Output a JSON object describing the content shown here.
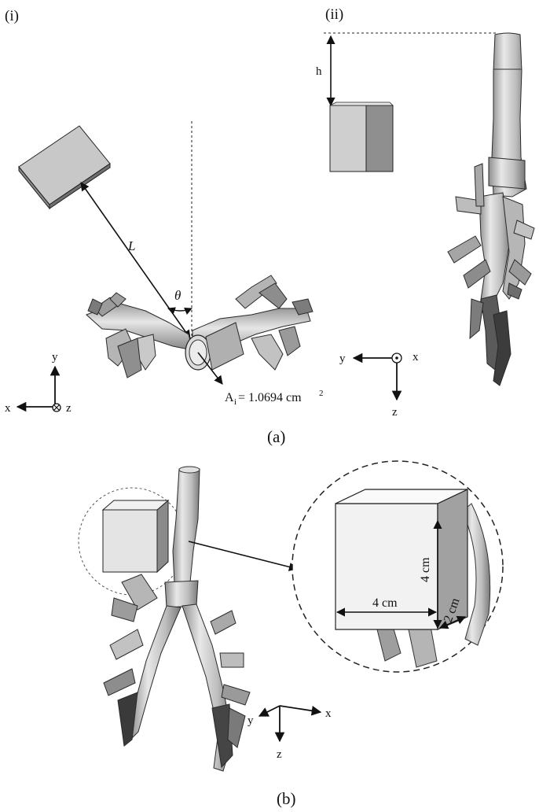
{
  "figure": {
    "panels": {
      "a": {
        "label": "(a)",
        "sub_i": {
          "label": "(i)",
          "distance_label": "L",
          "angle_label": "θ",
          "area_label": "A",
          "area_subscript": "i",
          "area_value": "= 1.0694 cm",
          "area_exponent": "2",
          "axes": {
            "x": "x",
            "y": "y",
            "z": "z"
          }
        },
        "sub_ii": {
          "label": "(ii)",
          "height_label": "h",
          "axes": {
            "x": "x",
            "y": "y",
            "z": "z"
          }
        }
      },
      "b": {
        "label": "(b)",
        "dim_width": "4 cm",
        "dim_height": "4 cm",
        "dim_depth": "2 cm",
        "axes": {
          "x": "x",
          "y": "y",
          "z": "z"
        }
      }
    },
    "colors": {
      "ink": "#111111",
      "tissue": "#cfcfcf",
      "tissue_dark": "#6a6a6a",
      "box_front": "#d7d7d7",
      "box_side": "#a9a9a9",
      "box_top": "#ececec"
    }
  }
}
